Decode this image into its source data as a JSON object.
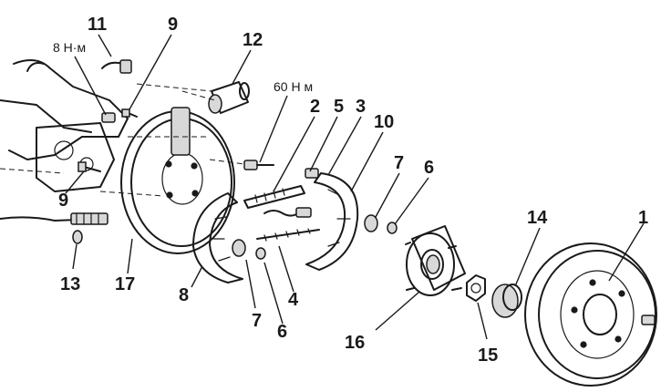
{
  "labels": {
    "l1": "1",
    "l2": "2",
    "l3": "3",
    "l4": "4",
    "l5": "5",
    "l6a": "6",
    "l6b": "6",
    "l7a": "7",
    "l7b": "7",
    "l8": "8",
    "l9a": "9",
    "l9b": "9",
    "l10": "10",
    "l11": "11",
    "l12": "12",
    "l13": "13",
    "l14": "14",
    "l15": "15",
    "l16": "16",
    "l17": "17"
  },
  "torques": {
    "t1": "8 Н·м",
    "t2": "60 Н м"
  },
  "colors": {
    "ink": "#1a1a1a",
    "background": "#ffffff"
  }
}
